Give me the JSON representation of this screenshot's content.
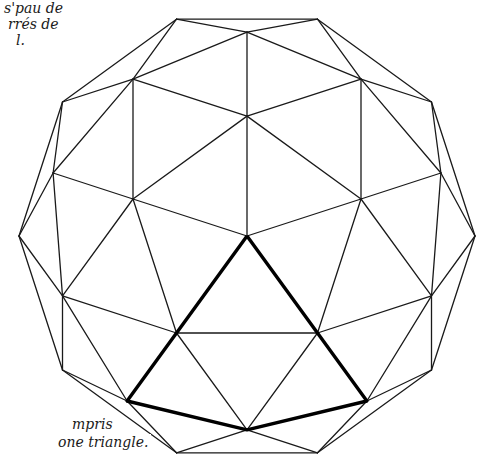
{
  "diagram": {
    "labels": [
      "s'pau de",
      "rrés de",
      "l.",
      "mpris",
      "one triangle."
    ]
  }
}
